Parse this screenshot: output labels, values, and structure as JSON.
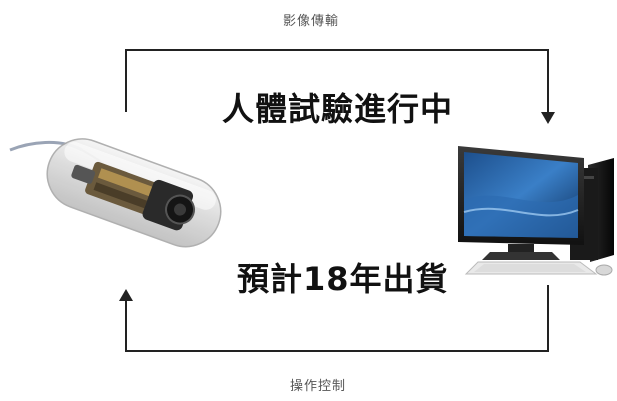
{
  "labels": {
    "top_arrow": "影像傳輸",
    "bottom_arrow": "操作控制",
    "status": "人體試驗進行中",
    "shipping": "預計18年出貨"
  },
  "icons": {
    "capsule": "capsule-camera-icon",
    "computer": "desktop-computer-icon"
  },
  "colors": {
    "arrow": "#222222",
    "text": "#111111",
    "caption": "#555555"
  }
}
